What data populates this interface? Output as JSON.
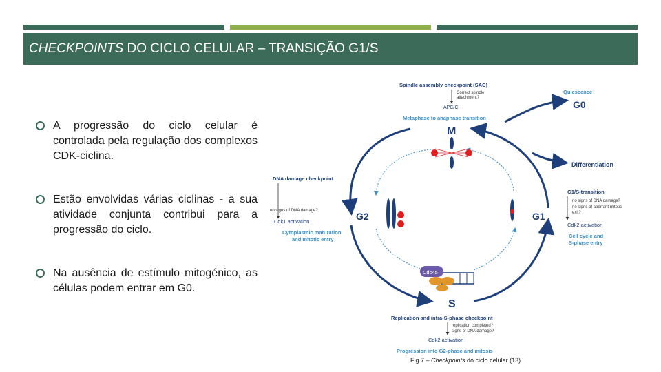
{
  "slide": {
    "title_italic": "CHECKPOINTS",
    "title_rest": " DO CICLO CELULAR – TRANSIÇÃO G1/S"
  },
  "bullets": [
    "A progressão do ciclo celular é controlada pela regulação dos complexos CDK-ciclina.",
    "Estão envolvidas várias ciclinas - a sua atividade conjunta contribui para a progressão do ciclo.",
    "Na ausência de estímulo mitogénico, as células podem entrar em G0."
  ],
  "diagram": {
    "sac_title": "Spindle assembly checkpoint (SAC)",
    "sac_q1": "Correct spindle",
    "sac_q2": "attachment?",
    "apcc": "APC/C",
    "meta_transition": "Metaphase to anaphase transition",
    "phase_m": "M",
    "quiescence": "Quiescence",
    "phase_g0": "G0",
    "differentiation": "Differentiation",
    "g1s_title": "G1/S-transition",
    "g1s_q1": "no signs of DNA damage?",
    "g1s_q2": "no signs of aberrant mitotic",
    "g1s_q3": "exit?",
    "cdk2_activation_g1": "Cdk2 activation",
    "cellcycle_1": "Cell cycle and",
    "cellcycle_2": "S-phase entry",
    "phase_g1": "G1",
    "dna_title": "DNA damage checkpoint",
    "dna_q": "no signs of DNA damage?",
    "cdk1_activation": "Cdk1 activation",
    "cyto_1": "Cytoplasmic maturation",
    "cyto_2": "and mitotic entry",
    "phase_g2": "G2",
    "cdc45": "Cdc45",
    "phase_s": "S",
    "intra_s_title": "Replication and intra-S-phase checkpoint",
    "intra_s_q1": "replication completed?",
    "intra_s_q2": "signs of DNA damage?",
    "cdk2_activation_s": "Cdk2 activation",
    "progression": "Progression into G2-phase and mitosis"
  },
  "caption": {
    "prefix": "Fig.7 – ",
    "italic": "Checkpoints",
    "suffix": " do ciclo celular (13)"
  },
  "colors": {
    "green_dark": "#3d6b59",
    "green_light": "#8fb04a",
    "navy": "#1f3f7a",
    "light_blue_text": "#3a8fc8",
    "red": "#e02020",
    "purple": "#6a5aa8",
    "orange": "#e0962a"
  }
}
